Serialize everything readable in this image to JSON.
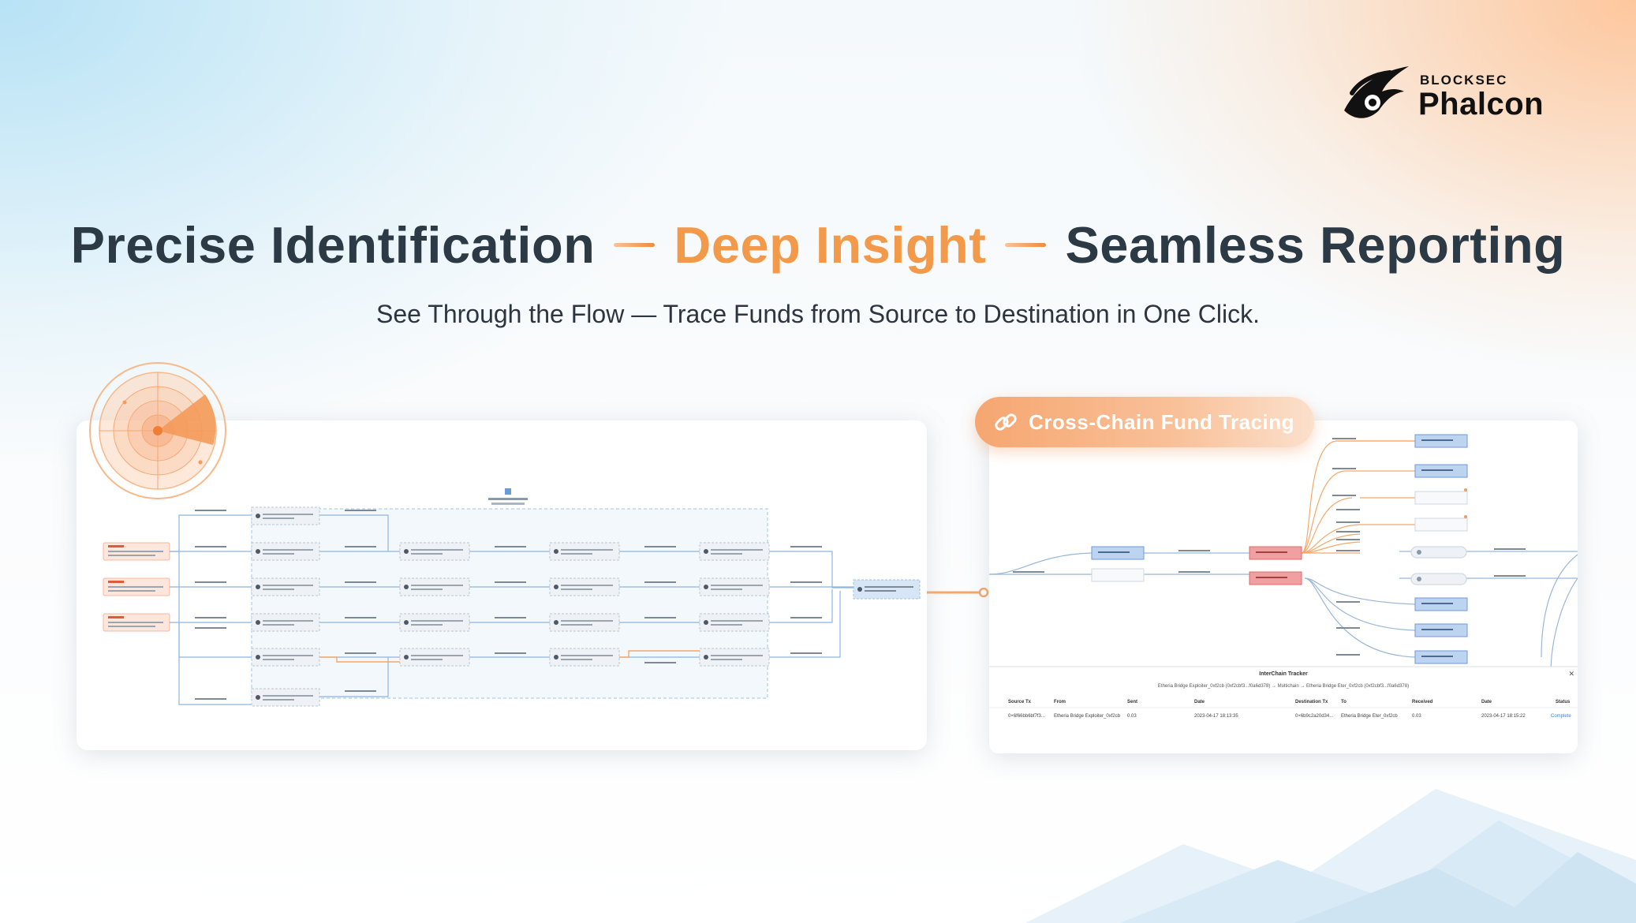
{
  "brand": {
    "small": "BLOCKSEC",
    "name": "Phalcon"
  },
  "headline": {
    "part1": "Precise Identification",
    "part2": "Deep Insight",
    "part3": "Seamless Reporting"
  },
  "subtitle": "See Through the Flow — Trace Funds from Source to Destination in One Click.",
  "feature_pill": {
    "label": "Cross-Chain Fund Tracing",
    "icon": "link-icon"
  },
  "tracker": {
    "title": "InterChain Tracker",
    "path": "Etheria Bridge Exploiter_0xf2cb (0xf2cbf3...f0a6d378)  →  Multichain  →  Etheria Bridge Eter_0xf2cb (0xf2cbf3...f0a6d378)",
    "columns": [
      "Source Tx",
      "From",
      "Sent",
      "Date",
      "Destination Tx",
      "To",
      "Received",
      "Date",
      "Status"
    ],
    "row": {
      "source_tx": "0×6f66bb6bf7f3...",
      "from": "Etheria Bridge Exploiter_0xf2cb",
      "sent": "0.03",
      "date": "2023-04-17 18:13:35",
      "dest_tx": "0×6b9c2a20d34...",
      "to": "Etheria Bridge Eter_0xf2cb",
      "received": "0.03",
      "date2": "2023-04-17 18:15:22",
      "status": "Complete"
    }
  },
  "colors": {
    "accent": "#f39a4a",
    "heading": "#2c3a46",
    "node_blue": "#bcd4f0",
    "node_red": "#f0a0a0"
  }
}
